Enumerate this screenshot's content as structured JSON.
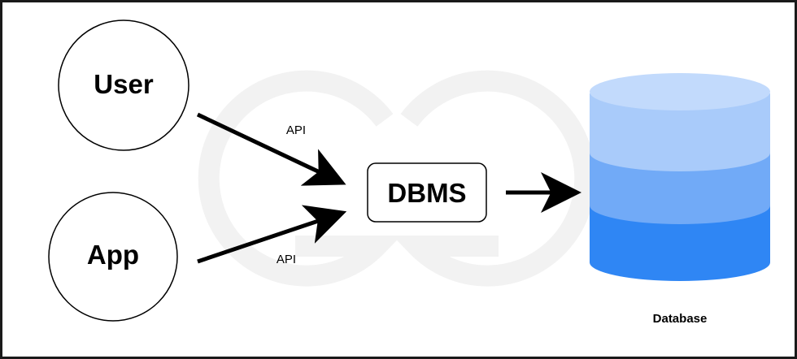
{
  "nodes": {
    "user": {
      "label": "User"
    },
    "app": {
      "label": "App"
    },
    "dbms": {
      "label": "DBMS"
    },
    "database": {
      "label": "Database"
    }
  },
  "edges": [
    {
      "from": "User",
      "to": "DBMS",
      "label": "API"
    },
    {
      "from": "App",
      "to": "DBMS",
      "label": "API"
    },
    {
      "from": "DBMS",
      "to": "Database",
      "label": ""
    }
  ],
  "colors": {
    "stroke": "#000000",
    "watermark": "#f1f1f1",
    "db_top": "#b6d4fb",
    "db_top_rim": "#c4dcfc",
    "db_middle": "#71aaf7",
    "db_bottom": "#2f86f4"
  }
}
